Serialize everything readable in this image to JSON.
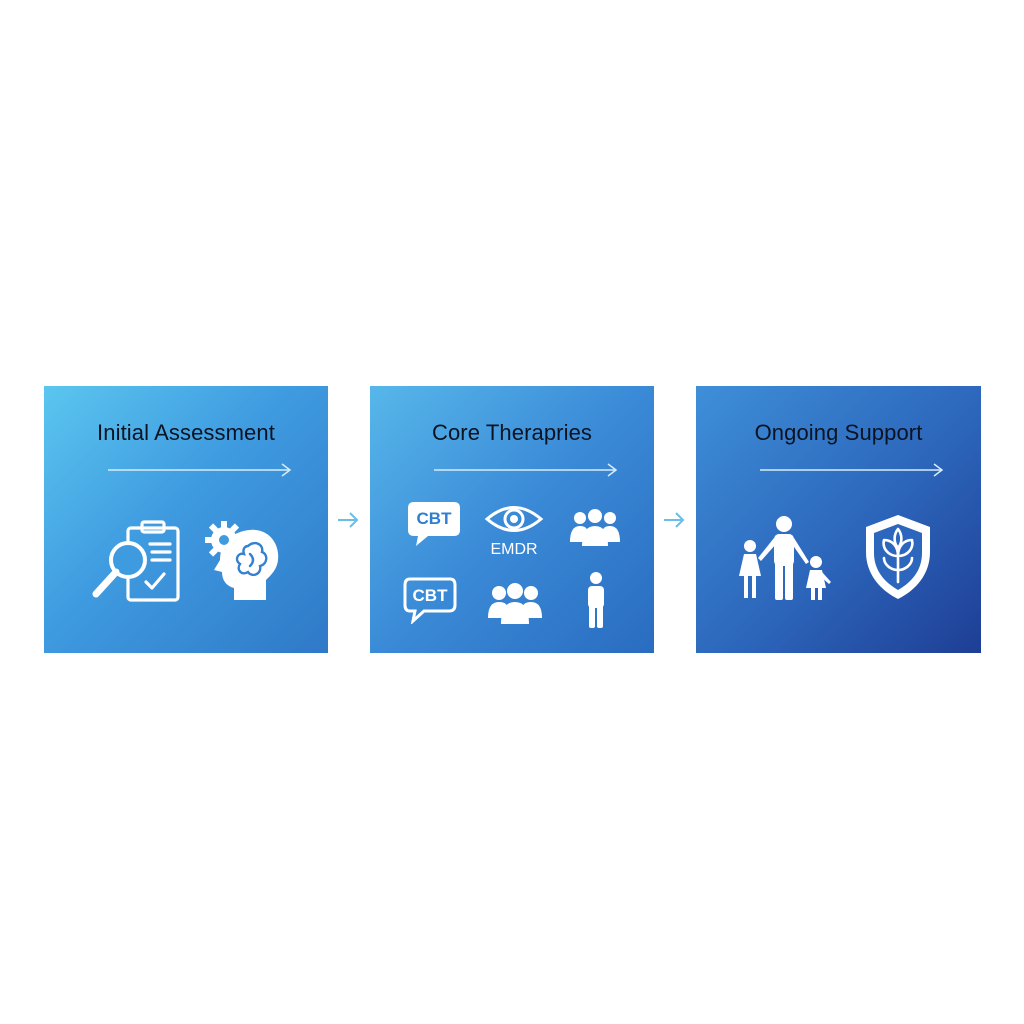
{
  "stages": [
    {
      "title": "Initial Assessment",
      "icons": [
        "clipboard-magnifier-icon",
        "gear-brain-icon"
      ]
    },
    {
      "title": "Core Therapries",
      "icons": [
        "cbt-speech-bubble-icon",
        "eye-icon",
        "group-icon",
        "cbt-speech-bubble-icon",
        "group-icon",
        "person-icon"
      ],
      "cbt_label_1": "CBT",
      "cbt_label_2": "CBT",
      "emdr_label": "EMDR"
    },
    {
      "title": "Ongoing Support",
      "icons": [
        "family-icon",
        "shield-plant-icon"
      ]
    }
  ],
  "colors": {
    "panel_1_start": "#5bc6ef",
    "panel_3_end": "#1e3e95",
    "icon": "#ffffff",
    "connector_arrow": "#6bbde9",
    "title_text": "#0b1322"
  }
}
